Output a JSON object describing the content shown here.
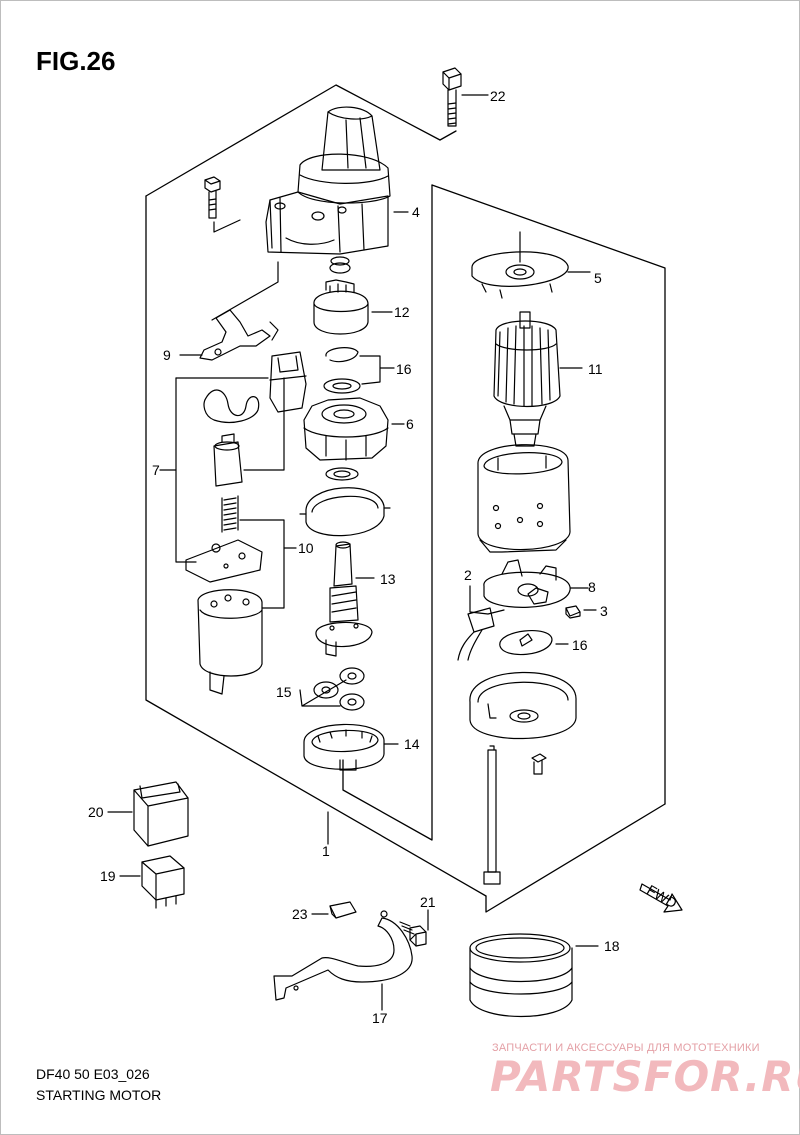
{
  "figure": {
    "title": "FIG.26"
  },
  "footer": {
    "code": "DF40 50 E03_026",
    "title": "STARTING MOTOR"
  },
  "watermark": {
    "tagline": "ЗАПЧАСТИ И АКСЕССУАРЫ ДЛЯ МОТОТЕХНИКИ",
    "brand": "PARTSFOR.RU"
  },
  "direction_label": "FWD",
  "callouts": {
    "c1": "1",
    "c2": "2",
    "c3": "3",
    "c4": "4",
    "c5": "5",
    "c6": "6",
    "c7": "7",
    "c8": "8",
    "c9": "9",
    "c10": "10",
    "c11": "11",
    "c12": "12",
    "c13": "13",
    "c14": "14",
    "c15": "15",
    "c16a": "16",
    "c16b": "16",
    "c17": "17",
    "c18": "18",
    "c19": "19",
    "c20": "20",
    "c21": "21",
    "c22": "22",
    "c23": "23"
  },
  "colors": {
    "line": "#000000",
    "watermark": "#f2b9bd"
  }
}
